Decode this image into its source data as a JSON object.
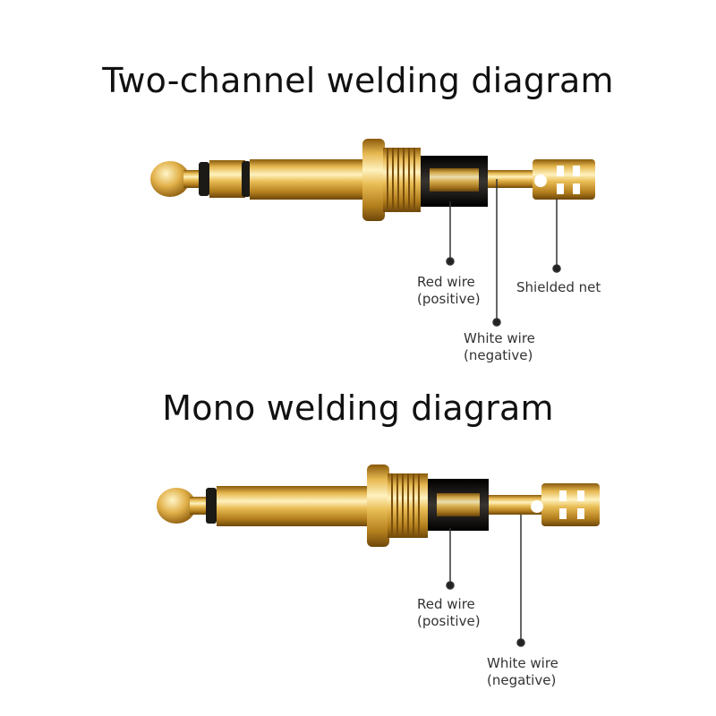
{
  "stereo": {
    "title": "Two-channel welding diagram",
    "labels": {
      "red_wire": [
        "Red wire",
        "(positive)"
      ],
      "white_wire": [
        "White wire",
        "(negative)"
      ],
      "shield": [
        "Shielded net"
      ]
    }
  },
  "mono": {
    "title": "Mono welding diagram",
    "labels": {
      "red_wire": [
        "Red wire",
        "(positive)"
      ],
      "white_wire": [
        "White wire",
        "(negative)"
      ]
    }
  },
  "colors": {
    "gold": "#d9a93a",
    "gold_light": "#fbe6a2",
    "gold_dark": "#9a6a12",
    "black_ring": "#1c1a17",
    "pointer": "#333333"
  }
}
